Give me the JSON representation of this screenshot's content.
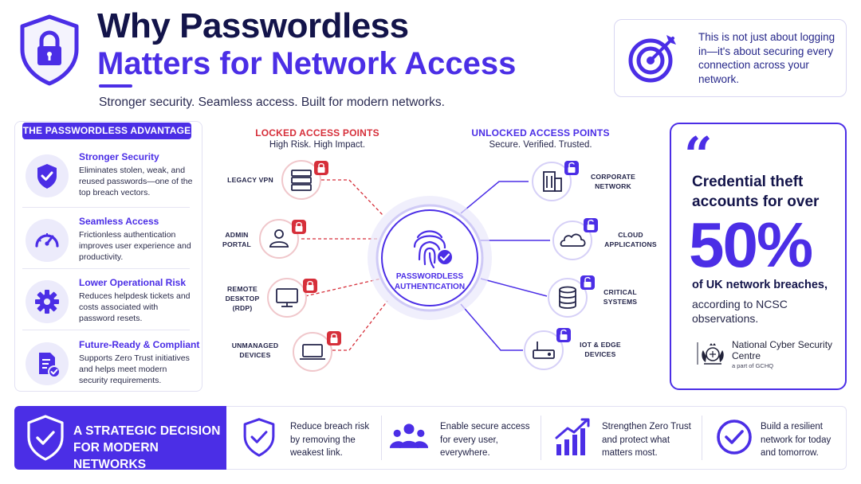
{
  "header": {
    "title_line1": "Why Passwordless",
    "title_line2": "Matters for Network Access",
    "tagline": "Stronger security. Seamless access. Built for modern networks.",
    "callout": "This is not just about logging in—it's about securing every connection across your network."
  },
  "advantages": {
    "badge": "THE PASSWORDLESS ADVANTAGE",
    "items": [
      {
        "title": "Stronger Security",
        "desc": "Eliminates stolen, weak, and reused passwords—one of the top breach vectors.",
        "icon": "shield-check-icon"
      },
      {
        "title": "Seamless Access",
        "desc": "Frictionless authentication improves user experience and productivity.",
        "icon": "speedometer-icon"
      },
      {
        "title": "Lower Operational Risk",
        "desc": "Reduces helpdesk tickets and costs associated with password resets.",
        "icon": "gear-icon"
      },
      {
        "title": "Future-Ready & Compliant",
        "desc": "Supports Zero Trust initiatives and helps meet modern security requirements.",
        "icon": "document-check-icon"
      }
    ]
  },
  "diagram": {
    "locked_head": "LOCKED ACCESS POINTS",
    "locked_sub": "High Risk. High Impact.",
    "unlocked_head": "UNLOCKED ACCESS POINTS",
    "unlocked_sub": "Secure. Verified. Trusted.",
    "hub_label_1": "PASSWORDLESS",
    "hub_label_2": "AUTHENTICATION",
    "locked": [
      {
        "l1": "LEGACY VPN",
        "l2": "",
        "l3": "",
        "icon": "server-icon"
      },
      {
        "l1": "ADMIN",
        "l2": "PORTAL",
        "l3": "",
        "icon": "user-icon"
      },
      {
        "l1": "REMOTE",
        "l2": "DESKTOP",
        "l3": "(RDP)",
        "icon": "monitor-icon"
      },
      {
        "l1": "UNMANAGED",
        "l2": "DEVICES",
        "l3": "",
        "icon": "laptop-icon"
      }
    ],
    "unlocked": [
      {
        "l1": "CORPORATE",
        "l2": "NETWORK",
        "icon": "building-icon"
      },
      {
        "l1": "CLOUD",
        "l2": "APPLICATIONS",
        "icon": "cloud-icon"
      },
      {
        "l1": "CRITICAL",
        "l2": "SYSTEMS",
        "icon": "database-icon"
      },
      {
        "l1": "IOT & EDGE",
        "l2": "DEVICES",
        "icon": "router-icon"
      }
    ],
    "colors": {
      "locked": "#d62f3a",
      "unlocked": "#4b2ee6"
    }
  },
  "stat": {
    "line1": "Credential theft accounts for over",
    "big": "50%",
    "line2": "of UK network breaches,",
    "line3": "according to NCSC observations.",
    "org_name": "National Cyber Security Centre",
    "org_sub": "a part of GCHQ"
  },
  "bottom": {
    "lead": "A STRATEGIC DECISION FOR MODERN NETWORKS",
    "items": [
      {
        "text": "Reduce breach risk by removing the weakest link.",
        "icon": "shield-check-icon"
      },
      {
        "text": "Enable secure access for every user, everywhere.",
        "icon": "users-icon"
      },
      {
        "text": "Strengthen Zero Trust and protect what matters most.",
        "icon": "growth-chart-icon"
      },
      {
        "text": "Build a resilient network for today and tomorrow.",
        "icon": "check-circle-icon"
      }
    ]
  },
  "accent": "#4b2ee6",
  "danger": "#d62f3a"
}
